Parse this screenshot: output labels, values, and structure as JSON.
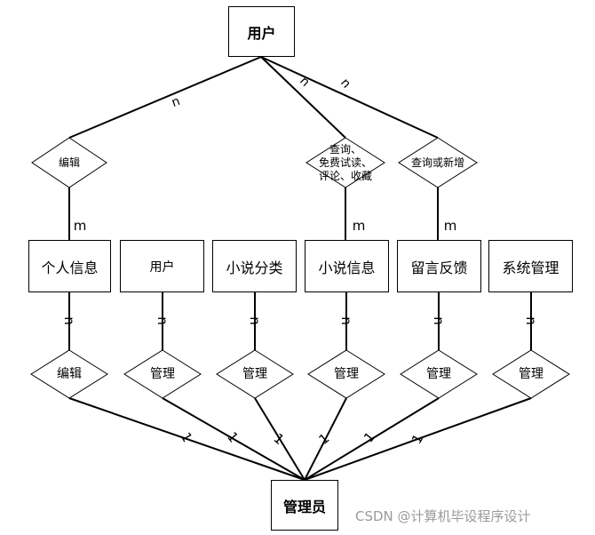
{
  "entities": {
    "user": "用户",
    "admin": "管理员",
    "row": [
      "个人信息",
      "用户",
      "小说分类",
      "小说信息",
      "留言反馈",
      "系统管理"
    ]
  },
  "upper_relations": [
    {
      "lines": [
        "编辑"
      ]
    },
    {
      "lines": [
        "查询、",
        "免费试读、",
        "评论、收藏"
      ]
    },
    {
      "lines": [
        "查询或新增"
      ]
    }
  ],
  "lower_relations": [
    "编辑",
    "管理",
    "管理",
    "管理",
    "管理",
    "管理"
  ],
  "cardinalities": {
    "user_side": [
      "n",
      "n",
      "n"
    ],
    "entity_side_upper": [
      "m",
      "m",
      "m"
    ],
    "entity_side_lower": [
      "n",
      "n",
      "n",
      "n",
      "n",
      "n"
    ],
    "admin_side": [
      "1",
      "1",
      "1",
      "1",
      "1",
      "1"
    ]
  },
  "watermark": "CSDN @计算机毕设程序设计"
}
